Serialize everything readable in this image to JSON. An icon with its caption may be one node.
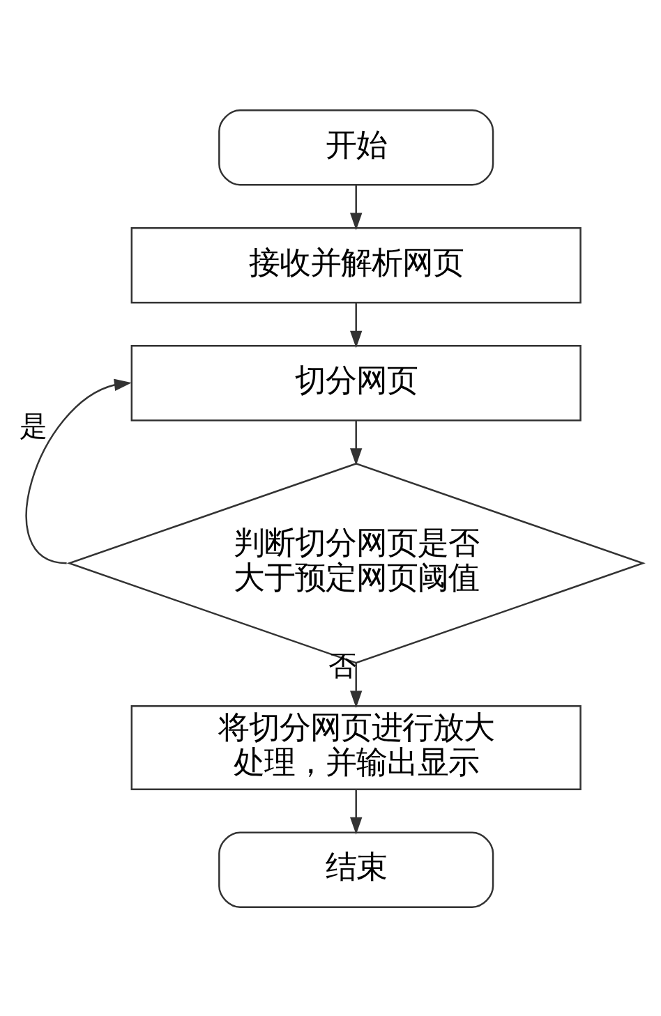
{
  "diagram": {
    "nodes": [
      {
        "text": [
          "开始"
        ]
      },
      {
        "text": [
          "接收并解析网页"
        ]
      },
      {
        "text": [
          "切分网页"
        ]
      },
      {
        "text": [
          "判断切分网页是否大于预定网页阈值"
        ]
      },
      {
        "text": [
          "将切分网页进行放大处理，并输出显示"
        ]
      },
      {
        "text": [
          "结束"
        ]
      }
    ],
    "edges": [
      {
        "from": 0,
        "to": 1,
        "arrow": "to"
      },
      {
        "from": 1,
        "to": 2,
        "arrow": "to"
      },
      {
        "from": 2,
        "to": 3,
        "arrow": "to"
      },
      {
        "from": 3,
        "to": 2,
        "arrow": "to",
        "label": "是"
      },
      {
        "from": 3,
        "to": 4,
        "arrow": "to",
        "label": "否"
      },
      {
        "from": 4,
        "to": 5,
        "arrow": "to"
      }
    ]
  }
}
